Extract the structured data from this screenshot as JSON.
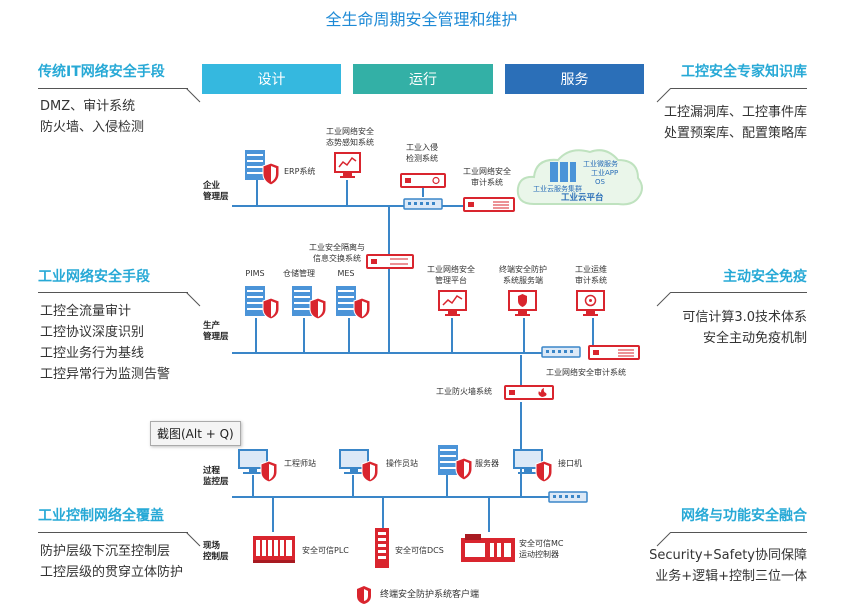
{
  "title": "全生命周期安全管理和维护",
  "phases": [
    {
      "label": "设计",
      "color": "#35b8df"
    },
    {
      "label": "运行",
      "color": "#33b0a6"
    },
    {
      "label": "服务",
      "color": "#2b6fb8"
    }
  ],
  "left_sections": [
    {
      "title": "传统IT网络安全手段",
      "items": [
        "DMZ、审计系统",
        "防火墙、入侵检测"
      ]
    },
    {
      "title": "工业网络安全手段",
      "items": [
        "工控全流量审计",
        "工控协议深度识别",
        "工控业务行为基线",
        "工控异常行为监测告警"
      ]
    },
    {
      "title": "工业控制网络全覆盖",
      "items": [
        "防护层级下沉至控制层",
        "工控层级的贯穿立体防护"
      ]
    }
  ],
  "right_sections": [
    {
      "title": "工控安全专家知识库",
      "items": [
        "工控漏洞库、工控事件库",
        "处置预案库、配置策略库"
      ]
    },
    {
      "title": "主动安全免疫",
      "items": [
        "可信计算3.0技术体系",
        "安全主动免疫机制"
      ]
    },
    {
      "title": "网络与功能安全融合",
      "items": [
        "Security+Safety协同保障",
        "业务+逻辑+控制三位一体"
      ]
    }
  ],
  "layers": {
    "enterprise": [
      "企业",
      "管理层"
    ],
    "production": [
      "生产",
      "管理层"
    ],
    "process": [
      "过程",
      "监控层"
    ],
    "field": [
      "现场",
      "控制层"
    ]
  },
  "devices": {
    "erp": "ERP系统",
    "situation": [
      "工业网络安全",
      "态势感知系统"
    ],
    "ids": [
      "工业入侵",
      "检测系统"
    ],
    "audit_top": [
      "工业网络安全",
      "审计系统"
    ],
    "cloud": {
      "title": "工业云平台",
      "cluster": "工业云服务集群",
      "svc1": "工业微服务",
      "svc2": "工业APP",
      "svc3": "OS"
    },
    "isolation": [
      "工业安全隔离与",
      "信息交换系统"
    ],
    "pims": "PIMS",
    "warehouse": "仓储管理",
    "mes": "MES",
    "mgmt_platform": [
      "工业网络安全",
      "管理平台"
    ],
    "endpoint_server": [
      "终端安全防护",
      "系统服务端"
    ],
    "ops_audit": [
      "工业运维",
      "审计系统"
    ],
    "audit_mid": "工业网络安全审计系统",
    "firewall": "工业防火墙系统",
    "engineer": "工程师站",
    "operator": "操作员站",
    "server": "服务器",
    "interface": "接口机",
    "plc": "安全可信PLC",
    "dcs": "安全可信DCS",
    "mc": [
      "安全可信MC",
      "运动控制器"
    ]
  },
  "legend": "终端安全防护系统客户端",
  "tooltip": "截图(Alt + Q)"
}
